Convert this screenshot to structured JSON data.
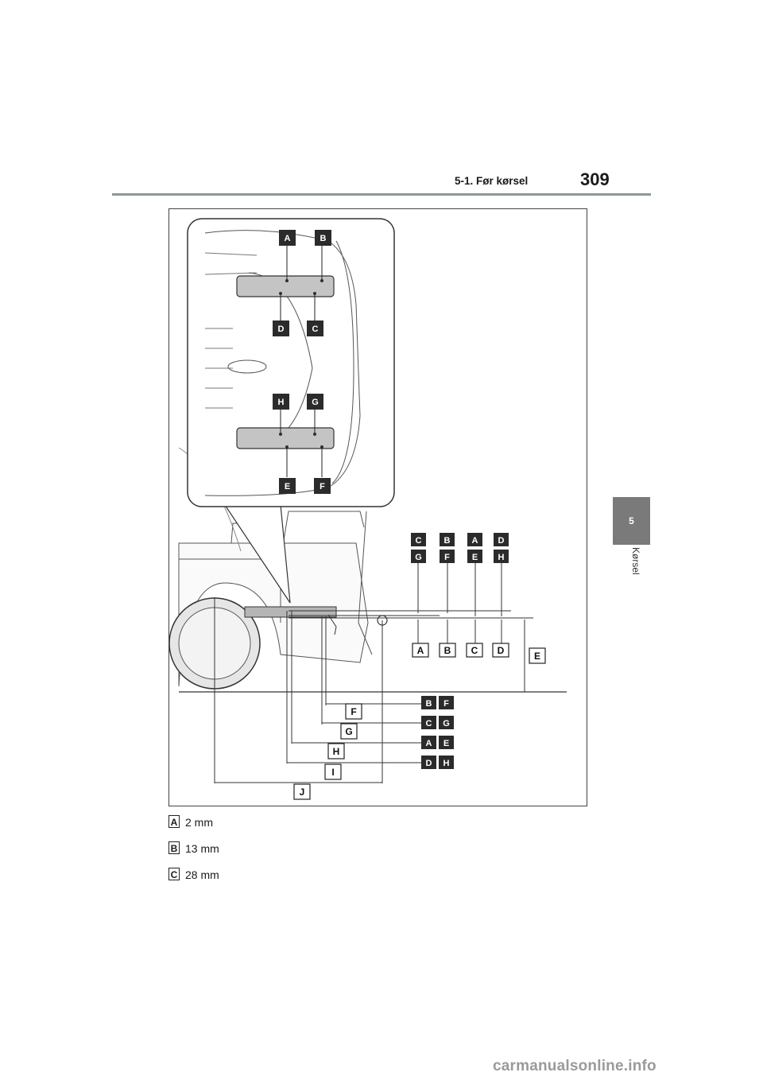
{
  "header": {
    "section": "5-1. Før kørsel",
    "page_number": "309"
  },
  "side_tab": {
    "chapter_number": "5",
    "chapter_title": "Kørsel"
  },
  "figure": {
    "callouts_top_inset": [
      "A",
      "B",
      "D",
      "C",
      "H",
      "G",
      "E",
      "F"
    ],
    "upper_right_pairs": [
      {
        "top": "C",
        "bottom": "G"
      },
      {
        "top": "B",
        "bottom": "F"
      },
      {
        "top": "A",
        "bottom": "E"
      },
      {
        "top": "D",
        "bottom": "H"
      }
    ],
    "bottom_row": [
      "A",
      "B",
      "C",
      "D"
    ],
    "height_label": "E",
    "dimension_labels": [
      "F",
      "G",
      "H",
      "I",
      "J"
    ],
    "dimension_pairs": [
      {
        "left": "B",
        "right": "F"
      },
      {
        "left": "C",
        "right": "G"
      },
      {
        "left": "A",
        "right": "E"
      },
      {
        "left": "D",
        "right": "H"
      }
    ]
  },
  "legend": [
    {
      "key": "A",
      "value": "2 mm"
    },
    {
      "key": "B",
      "value": "13 mm"
    },
    {
      "key": "C",
      "value": "28 mm"
    }
  ],
  "watermark": "carmanualsonline.info"
}
